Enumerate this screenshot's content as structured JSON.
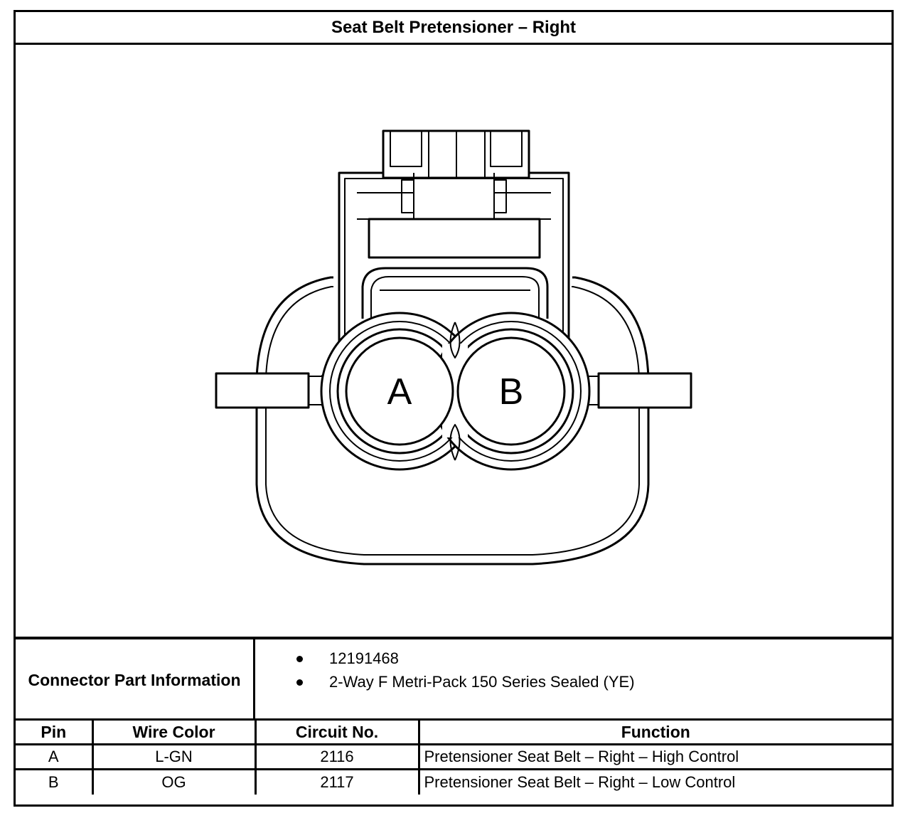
{
  "title": "Seat Belt Pretensioner – Right",
  "connector": {
    "pin_a_label": "A",
    "pin_b_label": "B"
  },
  "part_info": {
    "label": "Connector Part Information",
    "items": [
      "12191468",
      "2-Way F Metri-Pack 150 Series Sealed (YE)"
    ]
  },
  "table": {
    "headers": {
      "pin": "Pin",
      "wire_color": "Wire Color",
      "circuit": "Circuit No.",
      "function": "Function"
    },
    "rows": [
      {
        "pin": "A",
        "wire_color": "L-GN",
        "circuit": "2116",
        "function": "Pretensioner Seat Belt – Right – High Control"
      },
      {
        "pin": "B",
        "wire_color": "OG",
        "circuit": "2117",
        "function": "Pretensioner Seat Belt – Right – Low Control"
      }
    ]
  }
}
